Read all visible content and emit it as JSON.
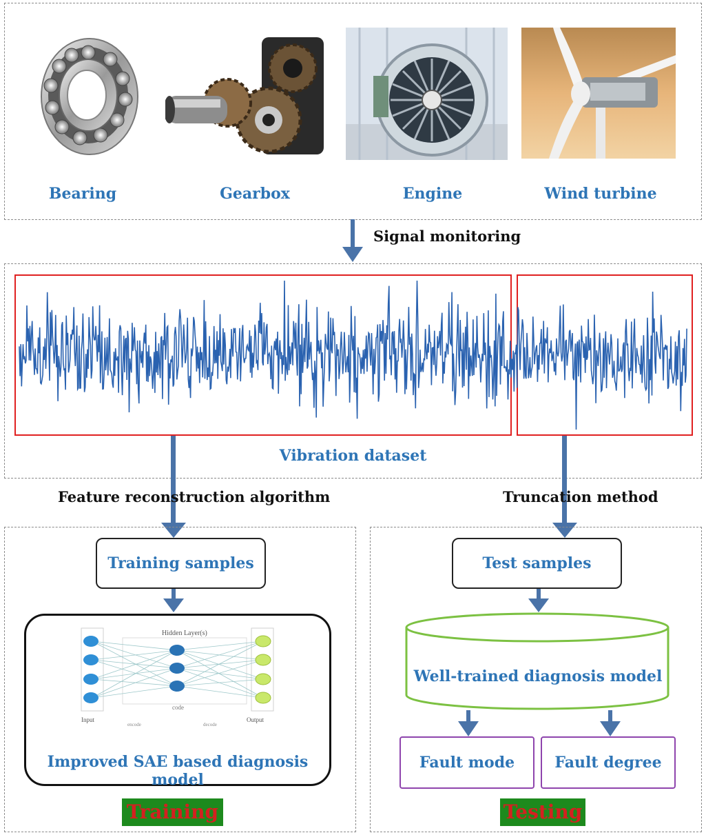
{
  "machines": {
    "bearing": "Bearing",
    "gearbox": "Gearbox",
    "engine": "Engine",
    "wind_turbine": "Wind turbine"
  },
  "signal_monitoring": "Signal monitoring",
  "vibration_dataset": "Vibration dataset",
  "feature_reconstruction": "Feature reconstruction algorithm",
  "truncation_method": "Truncation method",
  "training": {
    "samples": "Training samples",
    "model": "Improved SAE based diagnosis model",
    "tag": "Training",
    "network": {
      "hidden_label": "Hidden Layer(s)",
      "code_label": "code",
      "input_label": "Input",
      "output_label": "Output",
      "encode_label": "encode",
      "decode_label": "decode"
    }
  },
  "testing": {
    "samples": "Test samples",
    "model": "Well-trained diagnosis model",
    "fault_mode": "Fault mode",
    "fault_degree": "Fault degree",
    "tag": "Testing"
  },
  "colors": {
    "label_blue": "#2e75b6",
    "arrow": "#4a73a8",
    "signal": "#2a62b0",
    "red_box": "#e02020",
    "green_db": "#7cc142",
    "purple_box": "#8e44ad",
    "tag_bg": "#1d8a1d",
    "tag_text": "#d42020"
  }
}
